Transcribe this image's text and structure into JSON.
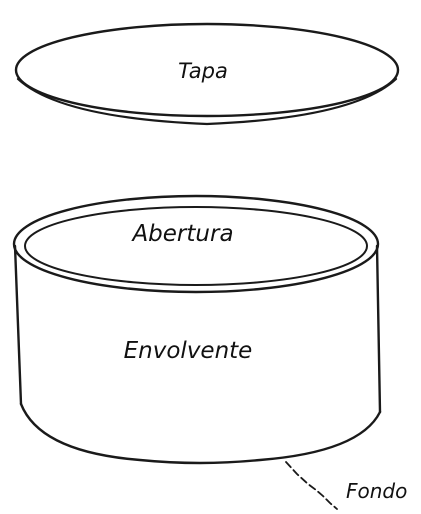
{
  "labels": {
    "lid": "Tapa",
    "opening": "Abertura",
    "wall": "Envolvente",
    "bottom": "Fondo"
  }
}
